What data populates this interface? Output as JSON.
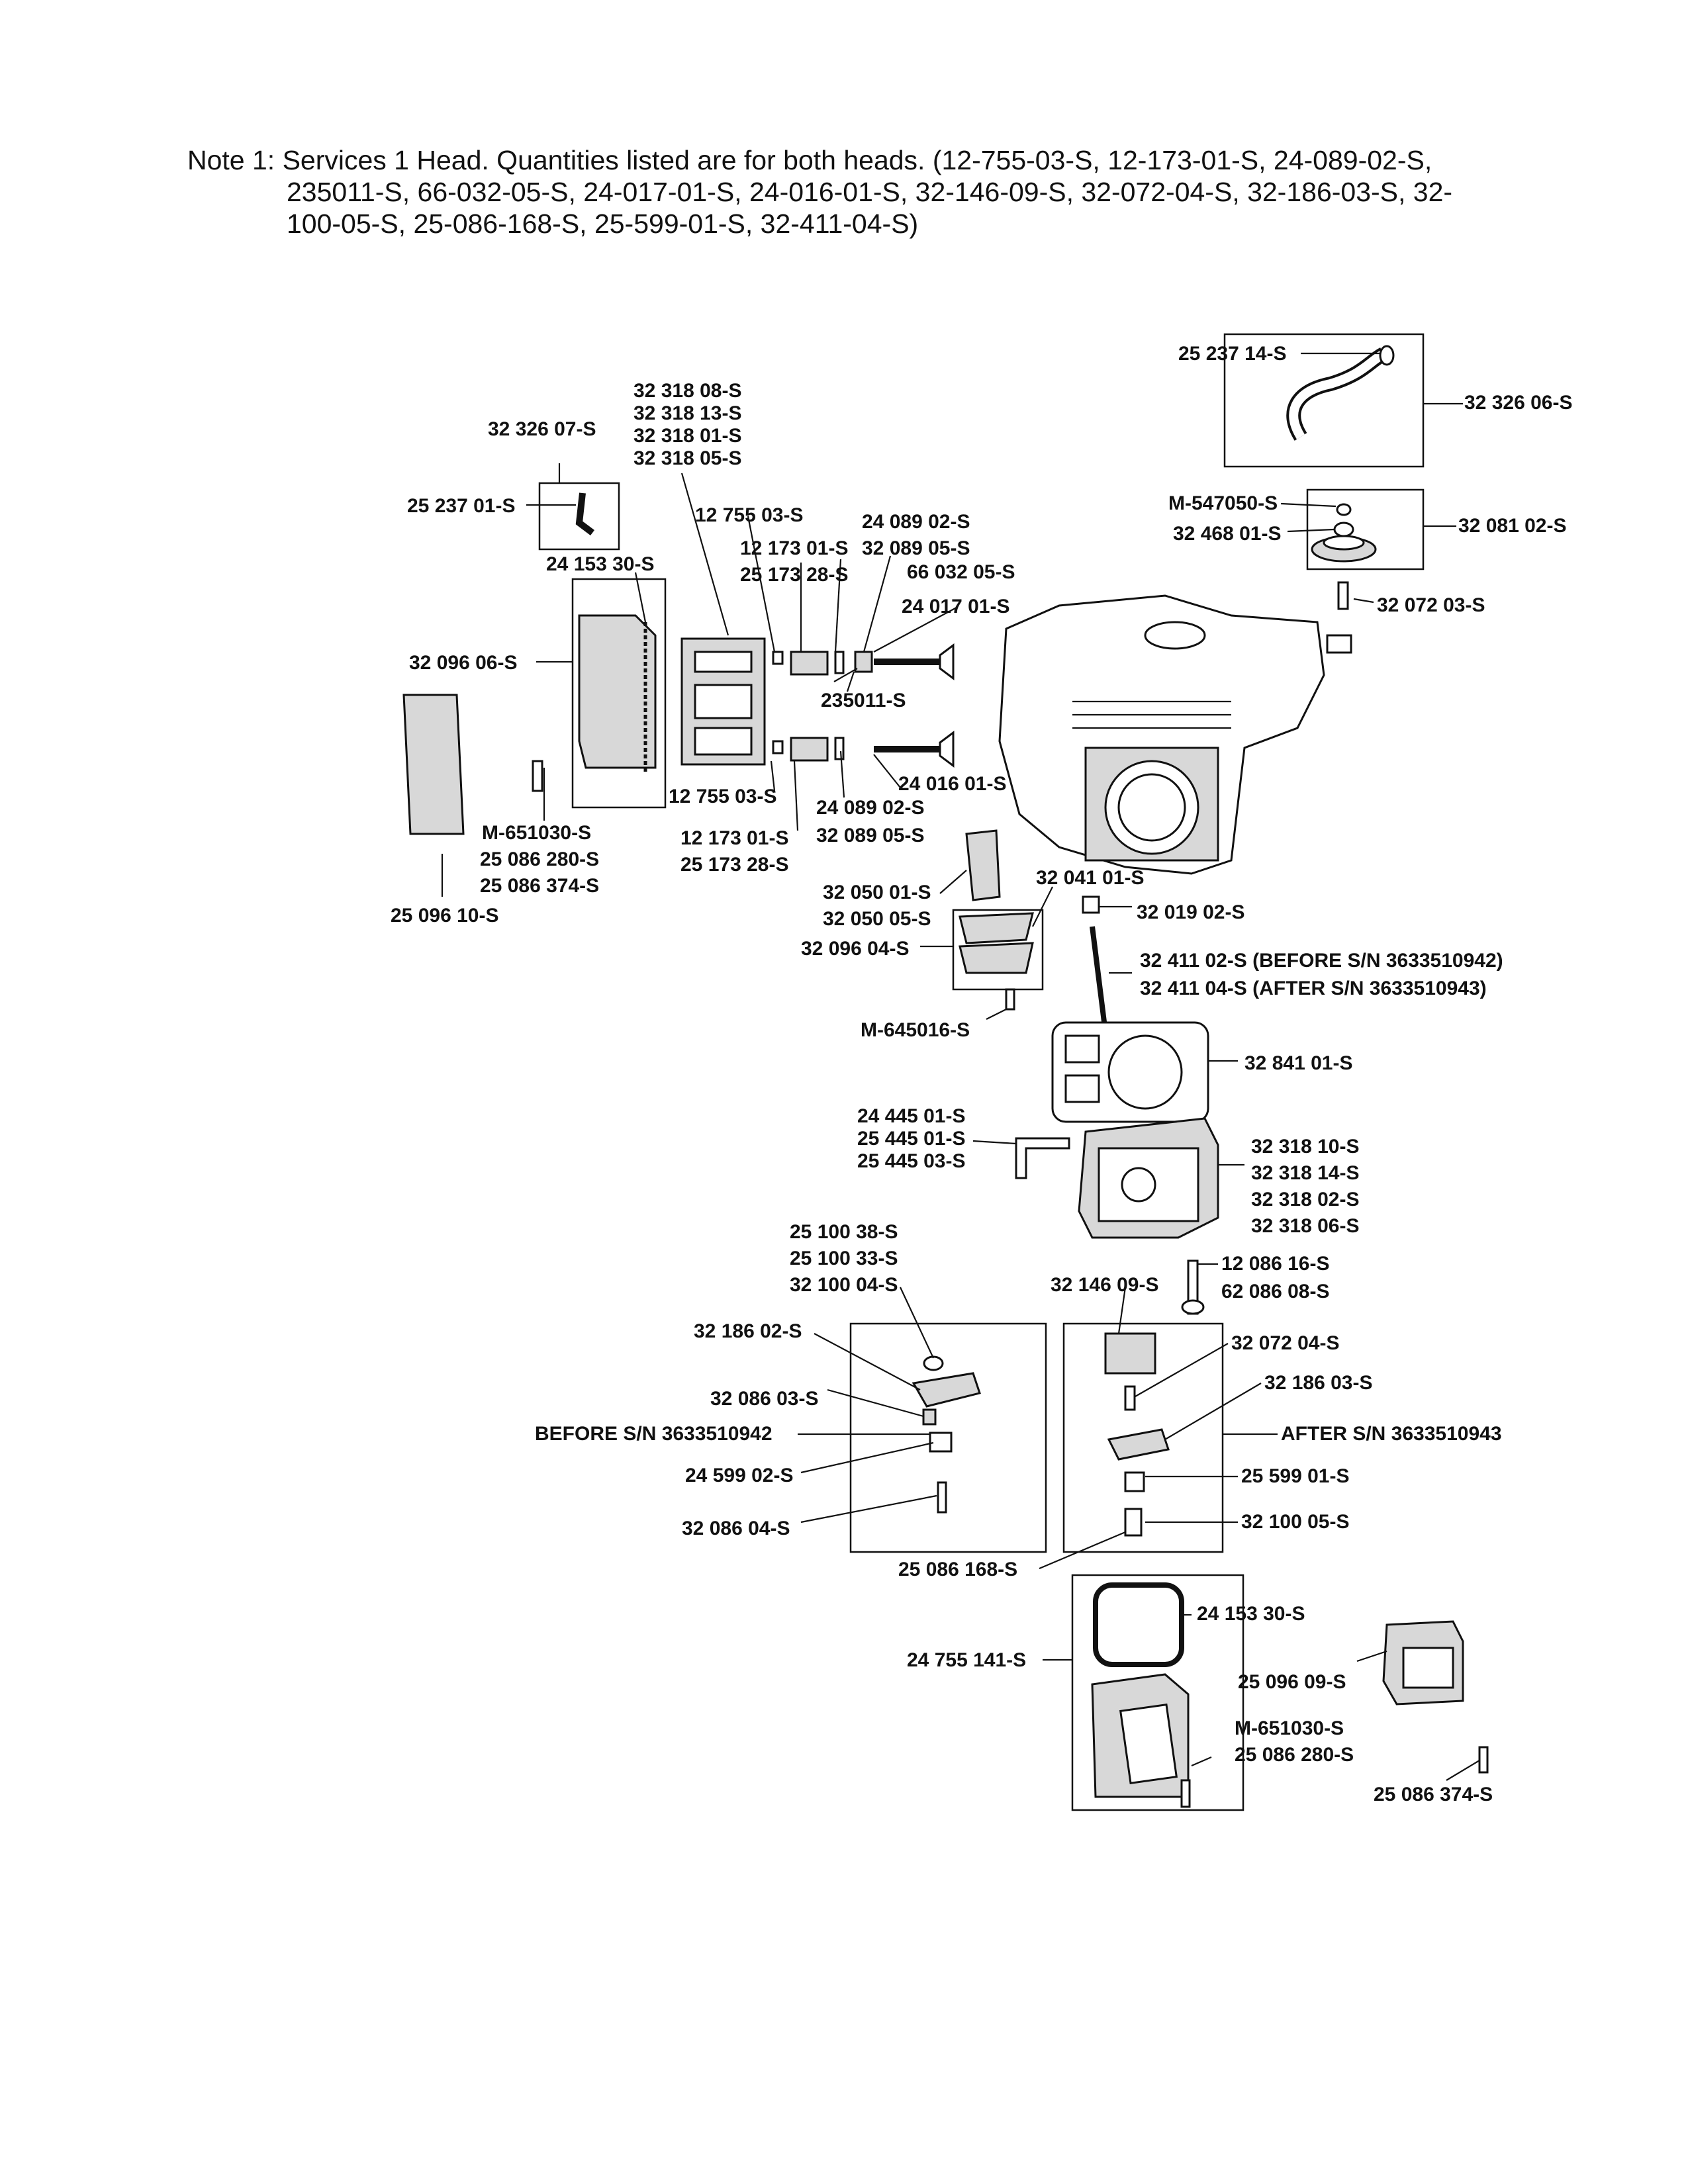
{
  "note": {
    "line1": "Note 1: Services 1 Head. Quantities listed are for both heads. (12-755-03-S, 12-173-01-S, 24-089-02-S,",
    "line2": "235011-S, 66-032-05-S, 24-017-01-S, 24-016-01-S, 32-146-09-S, 32-072-04-S, 32-186-03-S, 32-",
    "line3": "100-05-S, 25-086-168-S, 25-599-01-S, 32-411-04-S)"
  },
  "labels": {
    "p25237_14": "25 237 14-S",
    "p32326_06": "32 326 06-S",
    "pM547050": "M-547050-S",
    "p32468_01": "32 468 01-S",
    "p32081_02": "32 081 02-S",
    "p32072_03": "32 072 03-S",
    "p32318_set1": [
      "32 318 08-S",
      "32 318 13-S",
      "32 318 01-S",
      "32 318 05-S"
    ],
    "p32326_07": "32 326 07-S",
    "p25237_01": "25 237 01-S",
    "p12755_03_top": "12 755 03-S",
    "p12173_01_top": "12 173 01-S",
    "p25173_28_top": "25 173 28-S",
    "p24089_02_top": "24 089 02-S",
    "p32089_05_top": "32 089 05-S",
    "p66032_05": "66 032 05-S",
    "p24017_01": "24 017 01-S",
    "p24153_30_left": "24 153 30-S",
    "p32096_06": "32 096 06-S",
    "p235011": "235011-S",
    "p24016_01": "24 016 01-S",
    "p12755_03_bot": "12 755 03-S",
    "p24089_02_bot": "24 089 02-S",
    "p32089_05_bot": "32 089 05-S",
    "p12173_01_bot": "12 173 01-S",
    "p25173_28_bot": "25 173 28-S",
    "pM651030_left": "M-651030-S",
    "p25086_280_left": "25 086 280-S",
    "p25086_374_left": "25 086 374-S",
    "p25096_10": "25 096 10-S",
    "p32050_01": "32 050 01-S",
    "p32050_05": "32 050 05-S",
    "p32041_01": "32 041 01-S",
    "p32019_02": "32 019 02-S",
    "p32096_04": "32 096 04-S",
    "p32411_02": "32 411 02-S (BEFORE S/N 3633510942)",
    "p32411_04": "32 411 04-S (AFTER S/N 3633510943)",
    "pM645016": "M-645016-S",
    "p32841_01": "32 841 01-S",
    "p24445_set": [
      "24 445 01-S",
      "25 445 01-S",
      "25 445 03-S"
    ],
    "p32318_set2": [
      "32 318 10-S",
      "32 318 14-S",
      "32 318 02-S",
      "32 318 06-S"
    ],
    "p25100_set": [
      "25 100 38-S",
      "25 100 33-S",
      "32 100 04-S"
    ],
    "p12086_16": "12 086 16-S",
    "p62086_08": "62 086 08-S",
    "p32146_09": "32 146 09-S",
    "p32186_02": "32 186 02-S",
    "p32086_03": "32 086 03-S",
    "before_sn": "BEFORE S/N 3633510942",
    "p24599_02": "24 599 02-S",
    "p32086_04": "32 086 04-S",
    "p32072_04": "32 072 04-S",
    "p32186_03": "32 186 03-S",
    "after_sn": "AFTER S/N 3633510943",
    "p25599_01": "25 599 01-S",
    "p32100_05": "32 100 05-S",
    "p25086_168": "25 086 168-S",
    "p24153_30_bot": "24 153 30-S",
    "p24755_141": "24 755 141-S",
    "p25096_09": "25 096 09-S",
    "pM651030_bot": "M-651030-S",
    "p25086_280_bot": "25 086 280-S",
    "p25086_374_bot": "25 086 374-S"
  },
  "icons": {
    "cover_emblem": "OHV",
    "note_marker": "note-text"
  }
}
